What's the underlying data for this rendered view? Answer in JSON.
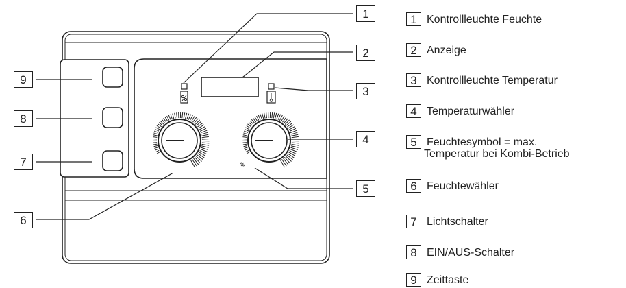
{
  "legend": [
    {
      "number": "1",
      "label": "Kontrollleuchte Feuchte"
    },
    {
      "number": "2",
      "label": "Anzeige"
    },
    {
      "number": "3",
      "label": "Kontrollleuchte Temperatur"
    },
    {
      "number": "4",
      "label": "Temperaturwähler"
    },
    {
      "number": "5",
      "label": "Feuchtesymbol = max.",
      "label_line2": "Temperatur bei Kombi-Betrieb"
    },
    {
      "number": "6",
      "label": "Feuchtewähler"
    },
    {
      "number": "7",
      "label": "Lichtschalter"
    },
    {
      "number": "8",
      "label": "EIN/AUS-Schalter"
    },
    {
      "number": "9",
      "label": "Zeittaste"
    }
  ],
  "callouts": {
    "c1": "1",
    "c2": "2",
    "c3": "3",
    "c4": "4",
    "c5": "5",
    "c6": "6",
    "c7": "7",
    "c8": "8",
    "c9": "9"
  },
  "icons": {
    "timer": "timer-icon",
    "power": "power-icon",
    "light": "light-icon",
    "humidity": "humidity-icon",
    "thermometer": "thermometer-icon"
  },
  "colors": {
    "line": "#222222",
    "panel_fill": "#ffffff"
  }
}
